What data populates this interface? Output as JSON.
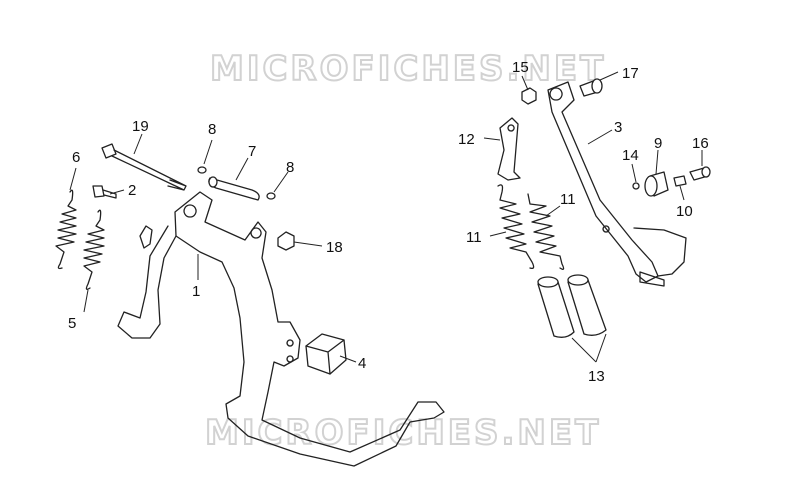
{
  "watermark": "MICROFICHES.NET",
  "callouts": [
    {
      "id": "c1",
      "text": "1"
    },
    {
      "id": "c2",
      "text": "2"
    },
    {
      "id": "c3",
      "text": "3"
    },
    {
      "id": "c4",
      "text": "4"
    },
    {
      "id": "c5",
      "text": "5"
    },
    {
      "id": "c6",
      "text": "6"
    },
    {
      "id": "c7",
      "text": "7"
    },
    {
      "id": "c8a",
      "text": "8"
    },
    {
      "id": "c8b",
      "text": "8"
    },
    {
      "id": "c9",
      "text": "9"
    },
    {
      "id": "c10",
      "text": "10"
    },
    {
      "id": "c11a",
      "text": "11"
    },
    {
      "id": "c11b",
      "text": "11"
    },
    {
      "id": "c12",
      "text": "12"
    },
    {
      "id": "c13",
      "text": "13"
    },
    {
      "id": "c14",
      "text": "14"
    },
    {
      "id": "c15",
      "text": "15"
    },
    {
      "id": "c16",
      "text": "16"
    },
    {
      "id": "c17",
      "text": "17"
    },
    {
      "id": "c18",
      "text": "18"
    },
    {
      "id": "c19",
      "text": "19"
    }
  ]
}
